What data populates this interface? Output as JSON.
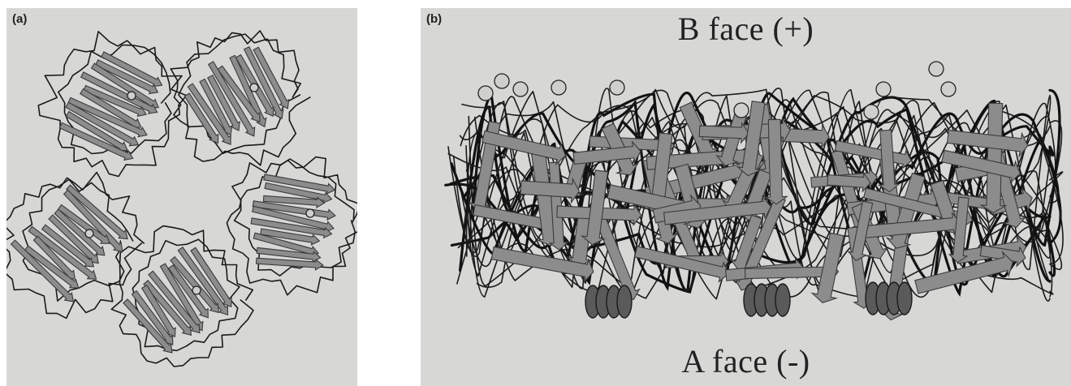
{
  "panels": {
    "a": {
      "label": "(a)"
    },
    "b": {
      "label": "(b)",
      "top_label": "B face (+)",
      "bottom_label": "A face (-)"
    }
  },
  "colors": {
    "background": "#d7d7d5",
    "strand": "#8c8c8c",
    "coil": "#1a1a1a",
    "helix": "#5a5a5a"
  }
}
